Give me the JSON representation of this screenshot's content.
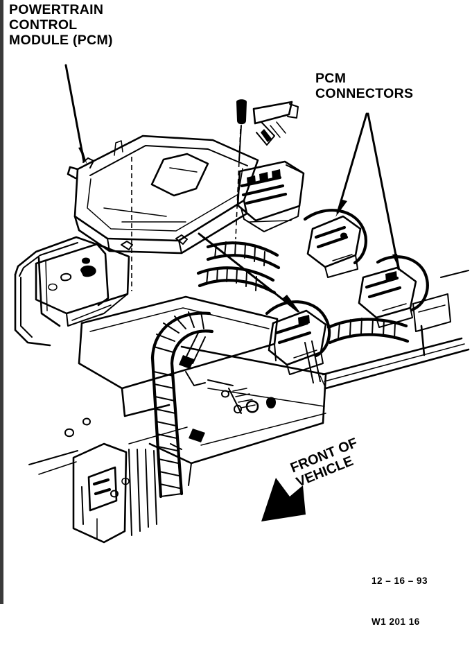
{
  "document": {
    "type": "automotive-service-diagram",
    "subject": "Powertrain Control Module mounting location and connectors"
  },
  "callouts": {
    "pcm_label": "POWERTRAIN\nCONTROL\nMODULE (PCM)",
    "pcm_connectors_label": "PCM\nCONNECTORS",
    "front_of_vehicle_label": "FRONT OF\nVEHICLE"
  },
  "revision": {
    "date": "12 – 16 – 93",
    "drawing_number": "W1 201 16"
  },
  "icons": {
    "direction_arrow": "front-of-vehicle-arrow"
  },
  "colors": {
    "ink": "#000000",
    "page": "#ffffff",
    "edge_strip": "#3a3a3a"
  }
}
